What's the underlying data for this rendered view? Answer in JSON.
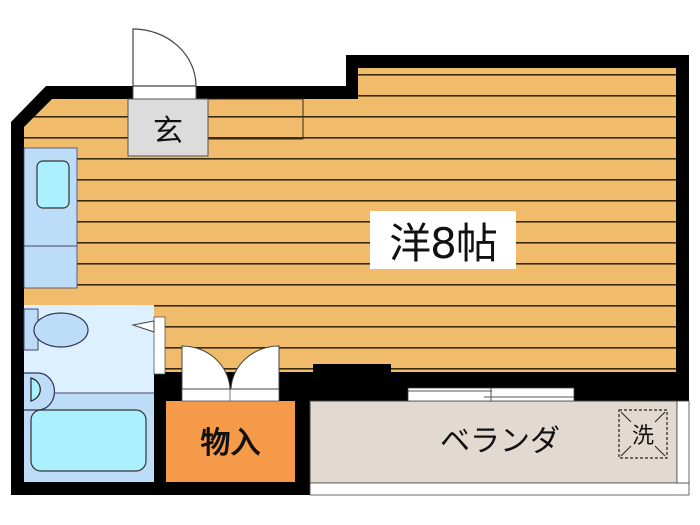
{
  "floor_plan": {
    "type": "apartment-1R",
    "rooms": {
      "main_room": {
        "label": "洋8帖",
        "kind": "western-style room",
        "size_jo": 8
      },
      "entrance": {
        "label": "玄"
      },
      "storage": {
        "label": "物入"
      },
      "veranda": {
        "label": "ベランダ"
      },
      "washer_space": {
        "label": "洗"
      }
    },
    "fixtures": [
      "kitchen-sink",
      "toilet",
      "washbasin",
      "bathtub",
      "entrance-door",
      "closet-double-doors",
      "sliding-window"
    ]
  },
  "colors": {
    "wall": "#000000",
    "floor_wood": "#f0bc6c",
    "floor_line": "#3a2a10",
    "entrance_tile": "#dcdcdc",
    "kitchen": "#bcdcf8",
    "sink": "#aaf0ff",
    "bath_room": "#ddf0ff",
    "bath_floor": "#bcdcf8",
    "tub": "#aaf0ff",
    "storage": "#f49a48",
    "veranda": "#e2d9d0",
    "label_bg": "#ffffff"
  }
}
